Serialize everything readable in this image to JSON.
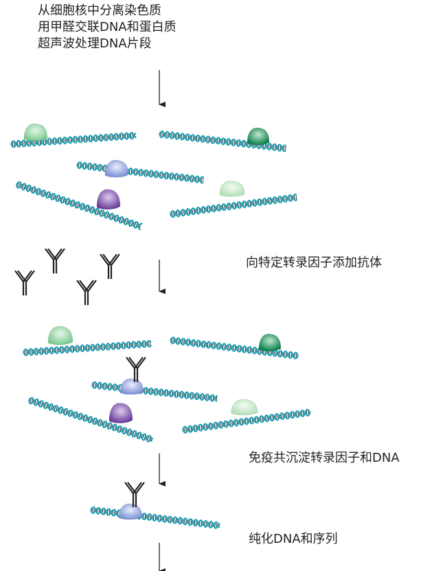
{
  "intro": {
    "lines": [
      "从细胞核中分离染色质",
      "用甲醛交联DNA和蛋白质",
      "超声波处理DNA片段"
    ]
  },
  "steps": {
    "add_antibody": "向特定转录因子添加抗体",
    "immunoprecipitate": "免疫共沉淀转录因子和DNA",
    "purify_sequence": "纯化DNA和序列"
  },
  "colors": {
    "dna_strand": "#1c9bb0",
    "dna_rung": "#231f20",
    "arrow": "#231f20",
    "antibody": "#231f20",
    "protein_light_green": "#8fd3a0",
    "protein_dark_green": "#0d8c55",
    "protein_blue": "#8ea3dd",
    "protein_purple": "#7a4fa8",
    "protein_pale_green": "#c9ebcb"
  }
}
